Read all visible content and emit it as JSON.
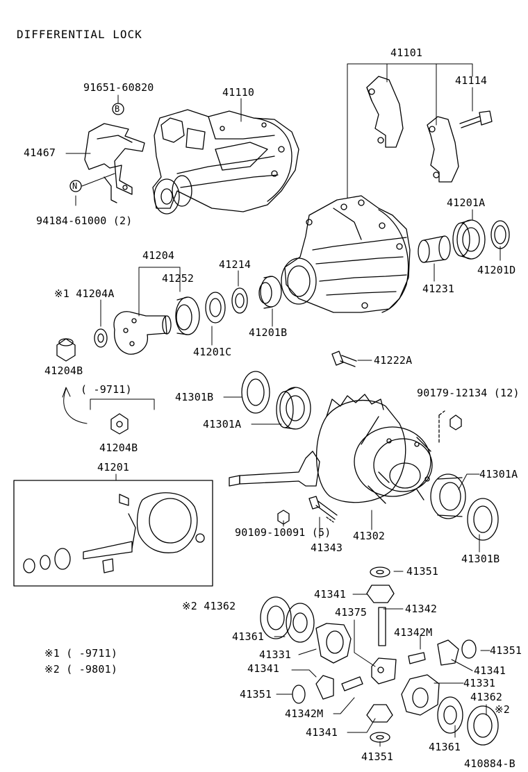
{
  "title": "DIFFERENTIAL LOCK",
  "figure_code": "410884-B",
  "callouts": {
    "b": "B",
    "n": "N"
  },
  "labels": {
    "p91651_60820": "91651-60820",
    "p41110": "41110",
    "p41101": "41101",
    "p41114": "41114",
    "p41467": "41467",
    "p94184_61000": "94184-61000 (2)",
    "p41201A": "41201A",
    "p41201D": "41201D",
    "p41204": "41204",
    "p41214": "41214",
    "p41252": "41252",
    "p41204A": "※1 41204A",
    "p41231": "41231",
    "p41201B_top": "41201B",
    "p41201C": "41201C",
    "p41204B_top": "41204B",
    "p41222A": "41222A",
    "range_9711": "(     -9711)",
    "p41301B_left": "41301B",
    "p90179_12134": "90179-12134 (12)",
    "p41301A_left": "41301A",
    "p41204B_bottom": "41204B",
    "p41201": "41201",
    "p41301A_right": "41301A",
    "p90109_10091": "90109-10091 (5)",
    "p41302": "41302",
    "p41343": "41343",
    "p41301B_right": "41301B",
    "p41351_a": "41351",
    "p41341_a": "41341",
    "p41362_a": "※2 41362",
    "p41375": "41375",
    "p41342": "41342",
    "p41361_a": "41361",
    "p41342M_a": "41342M",
    "p41331_a": "41331",
    "p41351_b": "41351",
    "p41341_b": "41341",
    "p41341_c": "41341",
    "p41331_b": "41331",
    "p41351_c": "41351",
    "p41362_b": "41362",
    "p41342M_b": "41342M",
    "note2_mark": "※2",
    "p41341_d": "41341",
    "p41361_b": "41361",
    "p41351_d": "41351"
  },
  "notes": {
    "note1": "※1 (     -9711)",
    "note2": "※2 (     -9801)"
  }
}
